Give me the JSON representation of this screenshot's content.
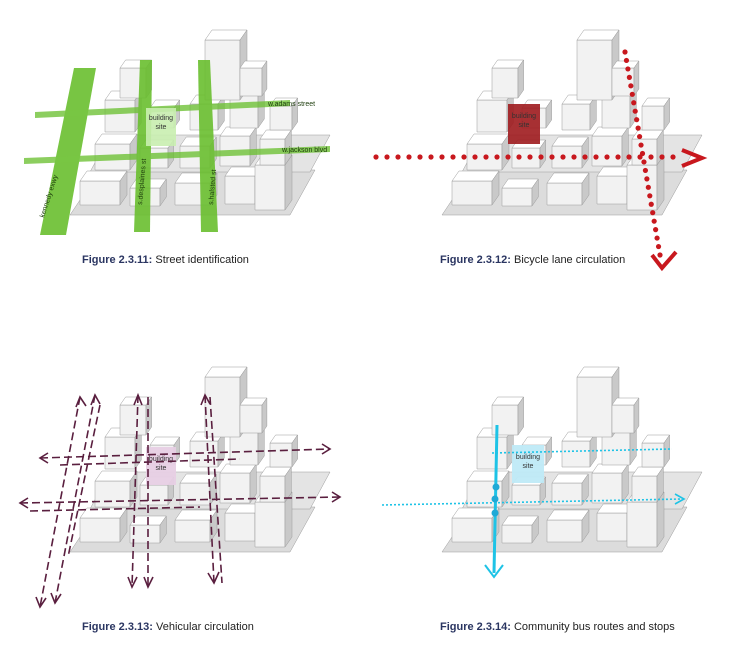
{
  "figures": [
    {
      "number": "Figure 2.3.11:",
      "caption": "Street identification",
      "site_label": "building\nsite",
      "streets": {
        "adams": "w.adams street",
        "jackson": "w.jackson blvd",
        "kennedy": "kennedy exwy",
        "desplaines": "s.desplaines st",
        "halsted": "s.halsted st"
      },
      "accent": "#6abf2f"
    },
    {
      "number": "Figure 2.3.12:",
      "caption": "Bicycle lane circulation",
      "site_label": "building\nsite",
      "accent": "#c8181e"
    },
    {
      "number": "Figure 2.3.13:",
      "caption": "Vehicular circulation",
      "site_label": "building\nsite",
      "accent": "#5a1f3f"
    },
    {
      "number": "Figure 2.3.14:",
      "caption": "Community bus routes and stops",
      "site_label": "building\nsite",
      "accent": "#1ec3e6"
    }
  ]
}
